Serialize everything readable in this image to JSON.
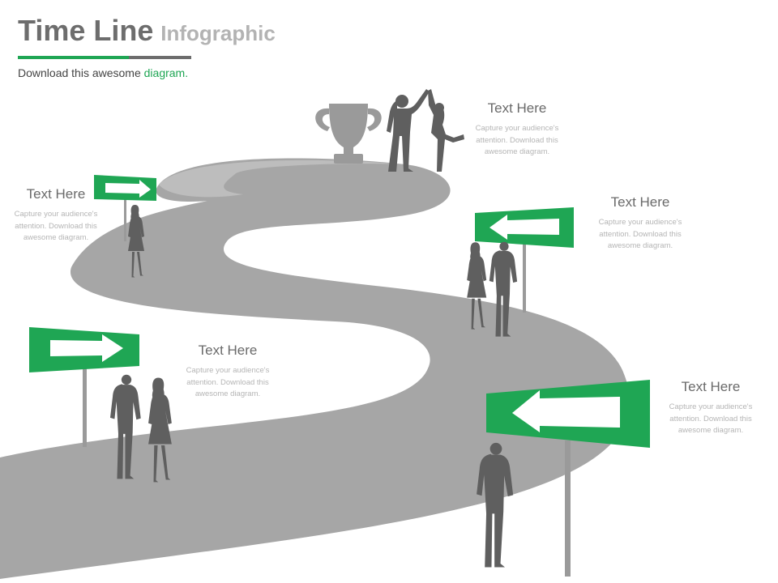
{
  "header": {
    "title_main": "Time Line",
    "title_sub": "Infographic",
    "subtitle_lead": "Download this awesome ",
    "subtitle_accent": "diagram."
  },
  "colors": {
    "accent_green": "#1fa654",
    "road_gray": "#a6a6a6",
    "silhouette_gray": "#5f5f5f",
    "trophy_gray": "#9a9a9a",
    "title_gray": "#6d6d6d"
  },
  "icons": {
    "trophy": "trophy-icon",
    "arrow_right": "arrow-right-icon",
    "arrow_left": "arrow-left-icon"
  },
  "callouts": [
    {
      "heading": "Text Here",
      "body": "Capture your audience's attention. Download this awesome diagram."
    },
    {
      "heading": "Text Here",
      "body": "Capture your audience's attention. Download this awesome diagram."
    },
    {
      "heading": "Text Here",
      "body": "Capture your audience's attention. Download this awesome diagram."
    },
    {
      "heading": "Text Here",
      "body": "Capture your audience's attention. Download this awesome diagram."
    },
    {
      "heading": "Text Here",
      "body": "Capture your audience's attention. Download this awesome diagram."
    }
  ]
}
